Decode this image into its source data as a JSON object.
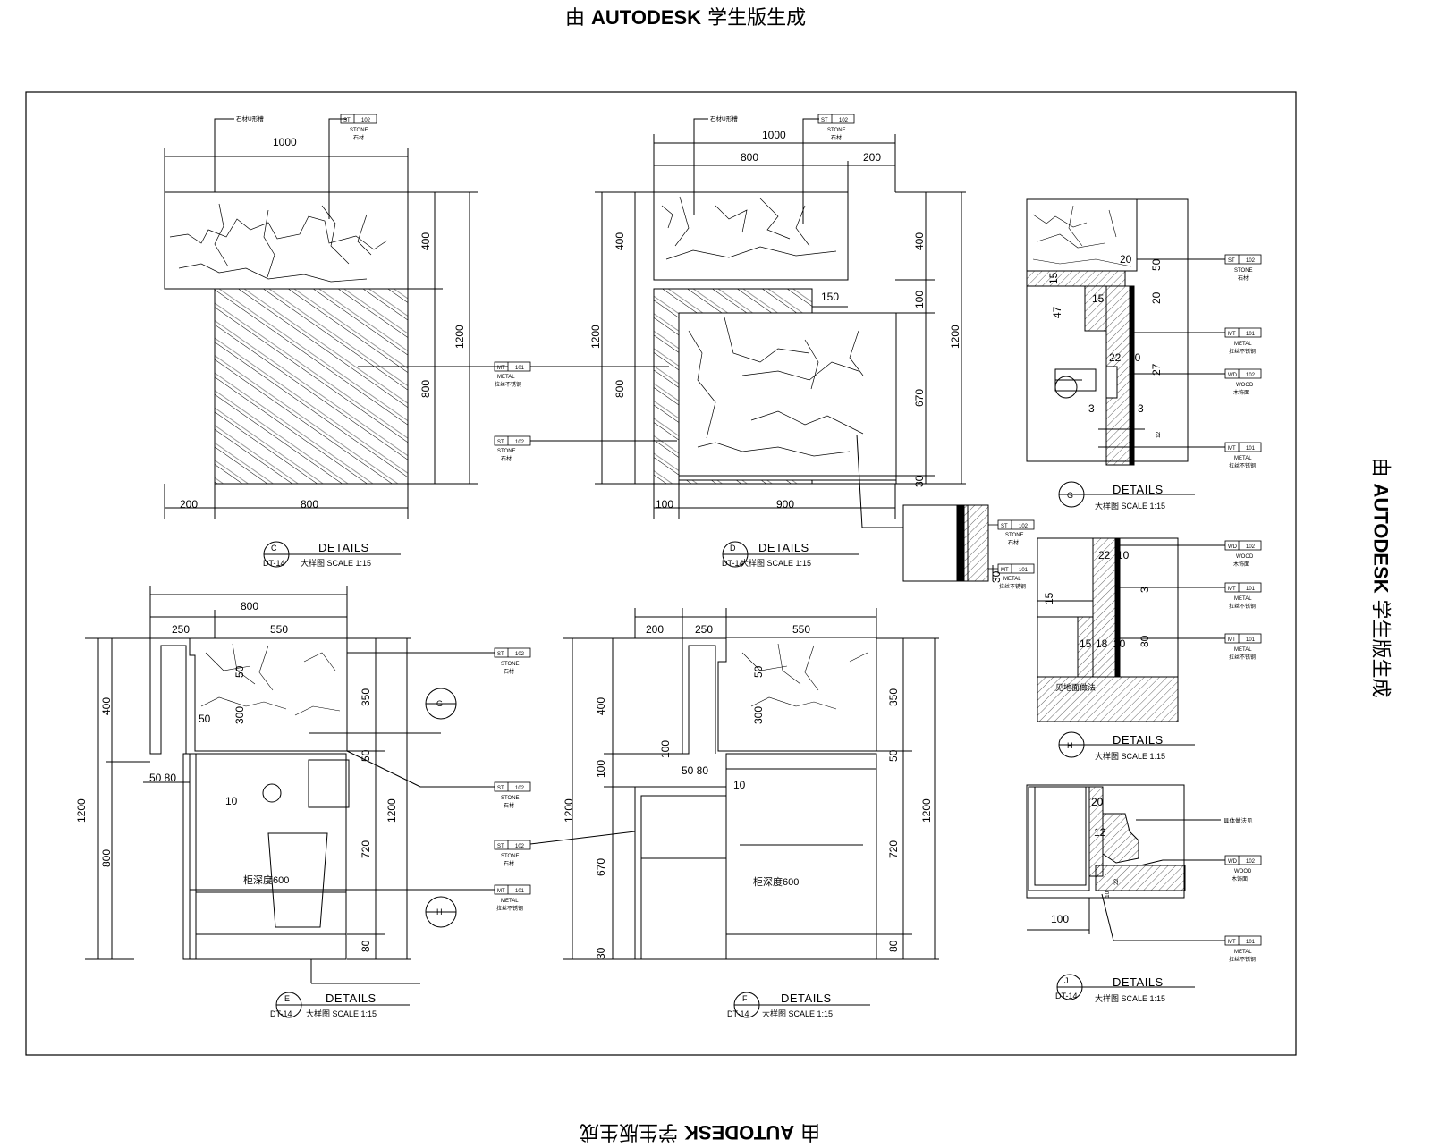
{
  "watermark": {
    "prefix": "由",
    "brand": "AUTODESK",
    "suffix": "学生版生成"
  },
  "legend": {
    "stone": {
      "code": "ST",
      "num": "102",
      "en": "STONE",
      "cn": "石材"
    },
    "metal": {
      "code": "MT",
      "num": "101",
      "en": "METAL",
      "cn": "拉丝不锈钢"
    },
    "wood": {
      "code": "WD",
      "num": "102",
      "en": "WOOD",
      "cn": "木饰面"
    },
    "metal_j": {
      "code": "MT",
      "num": "101",
      "en": "METAL",
      "cn": "拉丝不锈钢"
    }
  },
  "details": {
    "C": {
      "letter": "C",
      "ref": "DT-14",
      "title": "DETAILS",
      "sub": "大样图   SCALE  1:15",
      "dims": {
        "top_total": "1000",
        "side_top": "400",
        "side_bottom": "800",
        "side_total": "1200",
        "bottom_left": "200",
        "bottom_main": "800"
      },
      "note": "石材U形槽"
    },
    "D": {
      "letter": "D",
      "ref": "DT-14",
      "title": "DETAILS",
      "sub": "大样图   SCALE  1:15",
      "dims": {
        "top_total": "1000",
        "top_a": "800",
        "top_b": "200",
        "offset": "150",
        "left_top": "400",
        "left_bottom": "800",
        "left_total": "1200",
        "right_top": "400",
        "right_gap": "100",
        "right_mid": "670",
        "right_total": "1200",
        "right_bottom": "30",
        "bottom_left": "100",
        "bottom_main": "900"
      },
      "note": "石材U形槽"
    },
    "E": {
      "letter": "E",
      "ref": "DT-14",
      "title": "DETAILS",
      "sub": "大样图   SCALE  1:15",
      "dims": {
        "top_total": "800",
        "top_a": "250",
        "top_b": "550",
        "left_a": "400",
        "left_b": "800",
        "left_total": "1200",
        "d50a": "50",
        "d300": "300",
        "d50b": "50",
        "d5080": "50 80",
        "d10": "10",
        "right_a": "350",
        "right_b": "50",
        "right_c": "720",
        "right_d": "80",
        "right_total": "1200"
      },
      "note": "柜深度600"
    },
    "F": {
      "letter": "F",
      "ref": "DT-14",
      "title": "DETAILS",
      "sub": "大样图   SCALE  1:15",
      "dims": {
        "top_a": "200",
        "top_b": "250",
        "top_c": "550",
        "left_a": "400",
        "left_b": "100",
        "left_c": "670",
        "left_d": "30",
        "left_total": "1200",
        "d100": "100",
        "d50": "50",
        "d300": "300",
        "d5080": "50 80",
        "d10": "10",
        "right_a": "350",
        "right_b": "50",
        "right_c": "720",
        "right_d": "80",
        "right_total": "1200"
      },
      "note": "柜深度600"
    },
    "G": {
      "letter": "G",
      "title": "DETAILS",
      "sub": "大样图   SCALE  1:15",
      "dims": {
        "d20": "20",
        "d50": "50",
        "d15a": "15",
        "d15b": "15",
        "d20b": "20",
        "d47": "47",
        "d22": "22",
        "d10": "10",
        "d27": "27",
        "d3a": "3",
        "d3b": "3",
        "d12": "12"
      }
    },
    "H": {
      "letter": "H",
      "title": "DETAILS",
      "sub": "大样图   SCALE  1:15",
      "dims": {
        "d22": "22",
        "d10": "10",
        "d3": "3",
        "d15": "15",
        "d80": "80",
        "d15b": "15",
        "d18": "18",
        "d20": "20"
      },
      "note": "见地面做法"
    },
    "J": {
      "letter": "J",
      "ref": "DT-14",
      "title": "DETAILS",
      "sub": "大样图   SCALE  1:15",
      "dims": {
        "d20": "20",
        "d12": "12",
        "d100": "100",
        "d10": "10",
        "d22": "22"
      },
      "note": "具体做法见"
    }
  },
  "inset": {
    "dim": "30"
  }
}
